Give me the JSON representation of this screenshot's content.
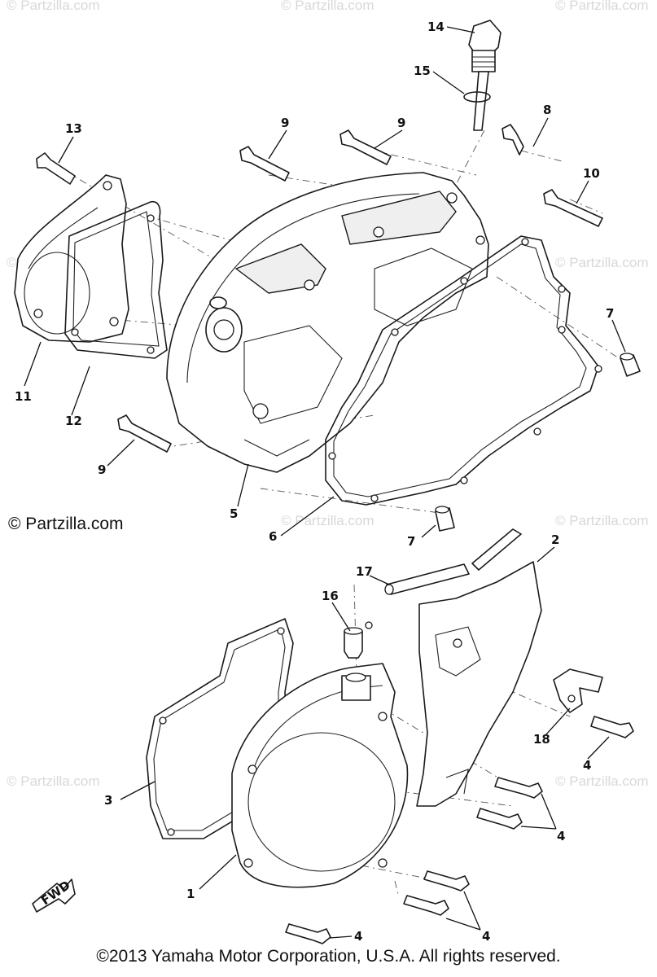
{
  "diagram": {
    "callouts": [
      "14",
      "15",
      "13",
      "9",
      "9",
      "8",
      "10",
      "7",
      "11",
      "12",
      "9",
      "5",
      "6",
      "7",
      "2",
      "17",
      "16",
      "18",
      "4",
      "3",
      "4",
      "1",
      "4",
      "4"
    ],
    "fwd_label": "FWD"
  },
  "watermark": {
    "text": "© Partzilla.com"
  },
  "copyright_left": "© Partzilla.com",
  "copyright_bottom": "©2013  Yamaha Motor Corporation, U.S.A. All rights reserved."
}
